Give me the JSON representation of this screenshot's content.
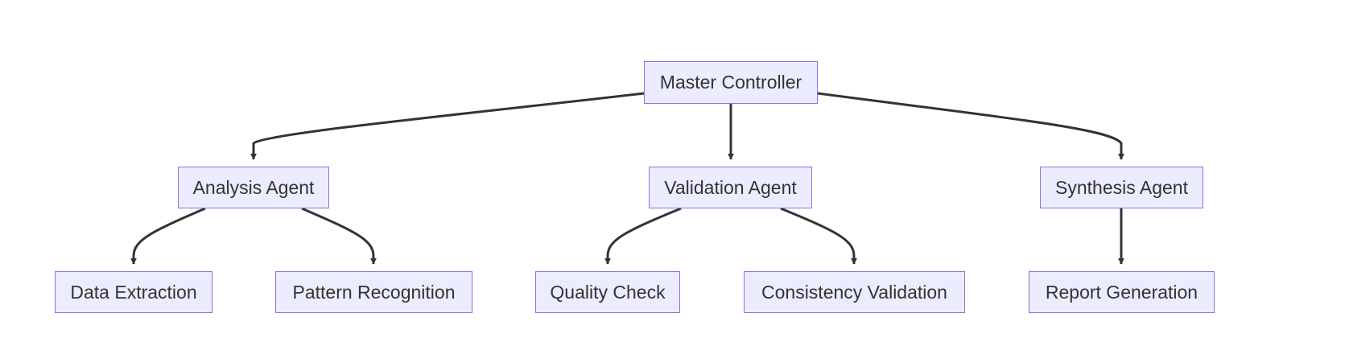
{
  "diagram": {
    "type": "flowchart-tree",
    "colors": {
      "node_fill": "#ECECFF",
      "node_border": "#9370DB",
      "text": "#333333",
      "edge": "#333333"
    },
    "nodes": [
      {
        "id": "master",
        "label": "Master Controller"
      },
      {
        "id": "analysis",
        "label": "Analysis Agent"
      },
      {
        "id": "validation",
        "label": "Validation Agent"
      },
      {
        "id": "synthesis",
        "label": "Synthesis Agent"
      },
      {
        "id": "extraction",
        "label": "Data Extraction"
      },
      {
        "id": "pattern",
        "label": "Pattern Recognition"
      },
      {
        "id": "quality",
        "label": "Quality Check"
      },
      {
        "id": "consistency",
        "label": "Consistency Validation"
      },
      {
        "id": "report",
        "label": "Report Generation"
      }
    ],
    "edges": [
      {
        "from": "master",
        "to": "analysis"
      },
      {
        "from": "master",
        "to": "validation"
      },
      {
        "from": "master",
        "to": "synthesis"
      },
      {
        "from": "analysis",
        "to": "extraction"
      },
      {
        "from": "analysis",
        "to": "pattern"
      },
      {
        "from": "validation",
        "to": "quality"
      },
      {
        "from": "validation",
        "to": "consistency"
      },
      {
        "from": "synthesis",
        "to": "report"
      }
    ]
  }
}
